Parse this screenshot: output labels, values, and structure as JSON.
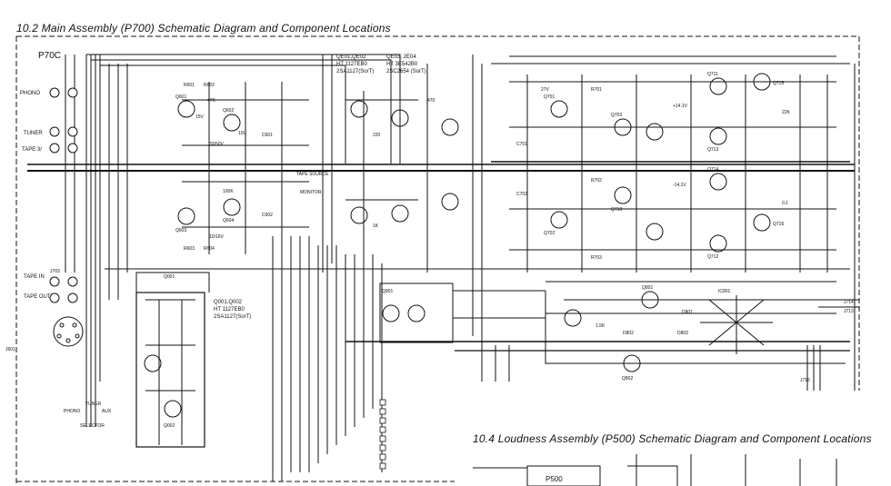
{
  "titles": {
    "main": "10.2 Main Assembly (P700) Schematic Diagram and Component Locations",
    "loudness": "10.4 Loudness Assembly (P500) Schematic Diagram and Component Locations"
  },
  "board_labels": {
    "p700": "P70C",
    "p500": "P500"
  },
  "jacks": {
    "phono": "PHONO",
    "tuner": "TUNER",
    "tape3": "TAPE 3/",
    "tape_in": "TAPE IN",
    "tape_out": "TAPE OUT",
    "jack_top": "J703",
    "jack_mid": "J601"
  },
  "switches": {
    "monitor": "MONITOR",
    "tape_source": "TAPE SOURCE",
    "selector": "SELECTOR",
    "tuner_sel": "TUNER",
    "phono_sel": "PHONO",
    "aux": "AUX"
  },
  "transistor_notes": {
    "note1_line1": "QE01,QE02",
    "note1_line2": "HT 1127EB0",
    "note1_line3": "2SA1127(SorT)",
    "note2_line1": "QE03, 2E04",
    "note2_line2": "HT 3E542B0",
    "note2_line3": "2SC2654 (SorT)",
    "note3_line1": "Q001,Q002",
    "note3_line2": "HT 1127EB0",
    "note3_line3": "2SA1127(SorT)"
  },
  "parts": {
    "q601": "Q601",
    "q602": "Q602",
    "q603": "Q603",
    "q604": "Q604",
    "q701": "Q701",
    "q702": "Q702",
    "q703": "Q703",
    "q710": "Q710",
    "q711": "Q711",
    "q712": "Q712",
    "q713": "Q713",
    "q714": "Q714",
    "q715": "Q715",
    "q716": "Q716",
    "q801": "Q801",
    "q802": "Q802",
    "q001": "Q001",
    "q002": "Q002",
    "q901": "Q901",
    "d801": "D801",
    "d802": "D802",
    "d803": "D803",
    "r601": "R601",
    "r602": "R602",
    "r603": "R603",
    "r604": "R604",
    "r701": "R701",
    "r702": "R702",
    "r703": "R703",
    "c601": "C601",
    "c602": "C602",
    "c701": "C701",
    "c702": "C702",
    "j714": "J714",
    "j713": "J713",
    "j716": "J716",
    "ic801": "IC801"
  },
  "values": {
    "v1": "15V",
    "v2": "10V",
    "v3": "47K",
    "v4": "470",
    "v5": "100K",
    "v6": "220",
    "v7": "1K",
    "v8": "33/50V",
    "v9": "10/16V",
    "v10": "27V",
    "v11": "-14.1V",
    "v12": "+14.1V",
    "v13": "22K",
    "v14": "0.1",
    "v15": "1.5K"
  }
}
